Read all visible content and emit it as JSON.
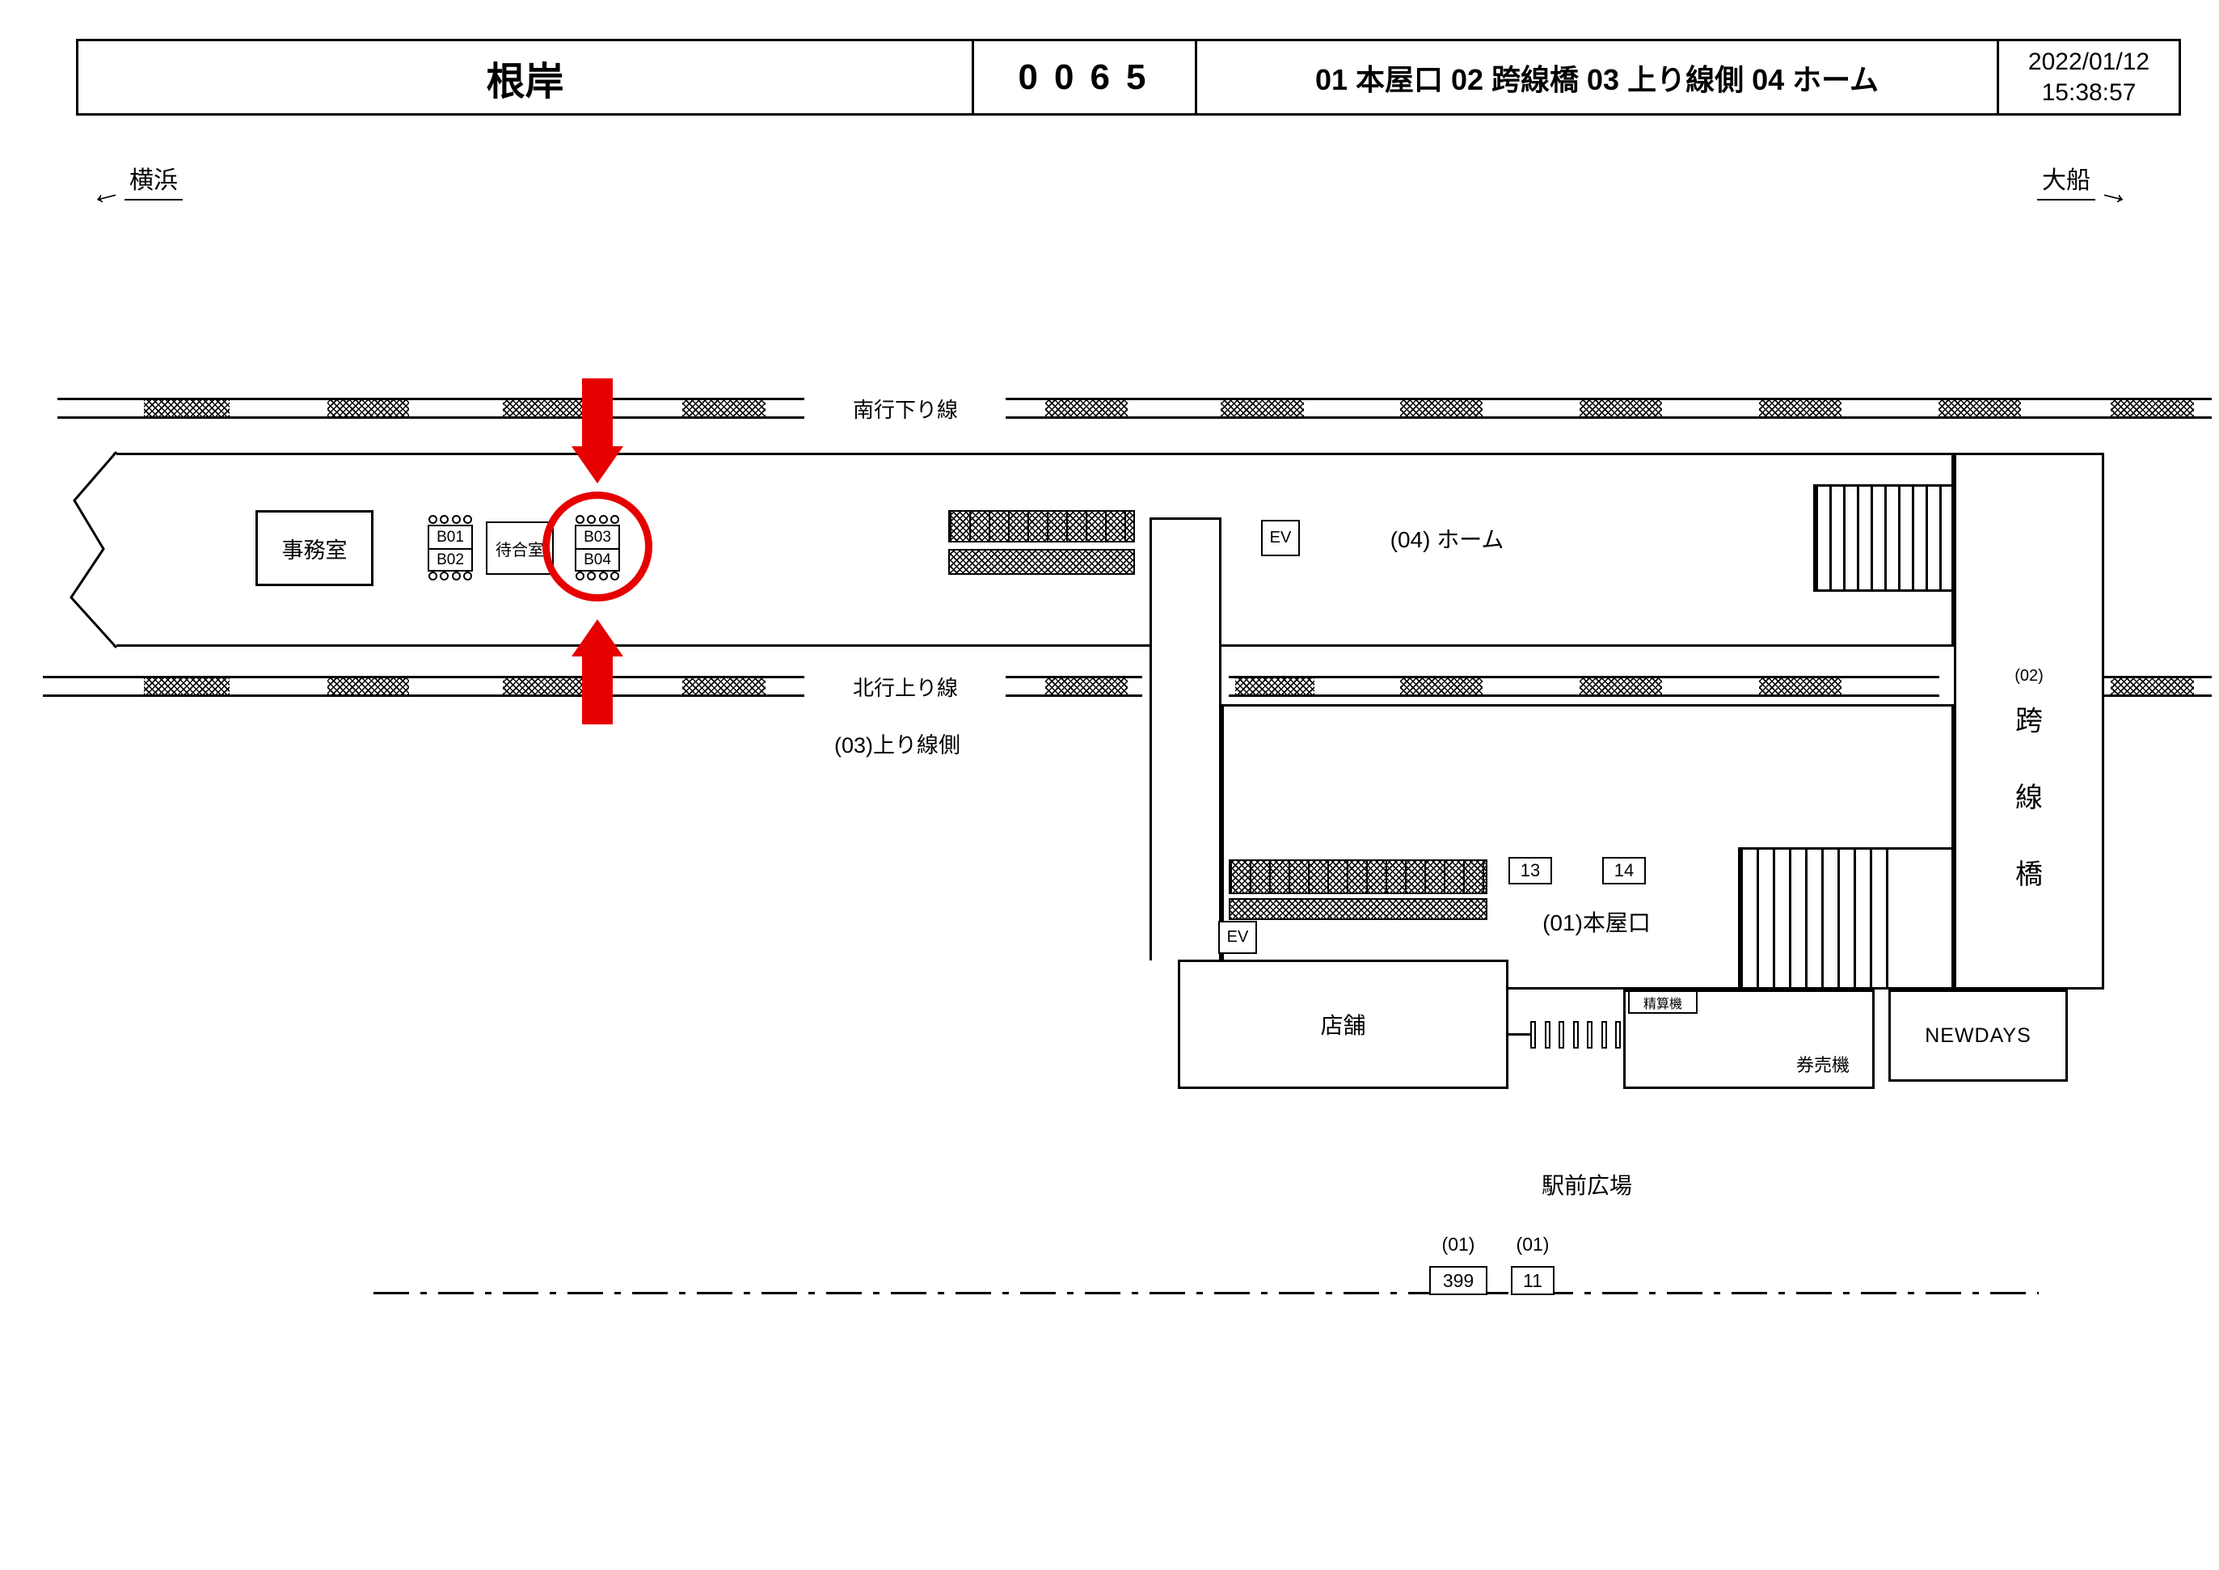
{
  "header": {
    "station_name": "根岸",
    "station_code": "0065",
    "locations": "01 本屋口 02 跨線橋 03 上り線側 04 ホーム",
    "date": "2022/01/12",
    "time": "15:38:57"
  },
  "directions": {
    "left_label": "横浜",
    "left_arrow": "←",
    "right_label": "大船",
    "right_arrow": "→"
  },
  "tracks": {
    "south_down_line": "南行下り線",
    "north_up_line": "北行上り線",
    "up_line_side_label": "(03)上り線側",
    "platform_label": "(04) ホーム"
  },
  "platform": {
    "office": "事務室",
    "waiting_room": "待合室",
    "bench_b01": "B01",
    "bench_b02": "B02",
    "bench_b03": "B03",
    "bench_b04": "B04",
    "elevator": "EV"
  },
  "bridge": {
    "tag": "(02)",
    "chars": [
      "跨",
      "線",
      "橋"
    ]
  },
  "building": {
    "label": "(01)本屋口",
    "box_13": "13",
    "box_14": "14",
    "elevator": "EV",
    "shop": "店舗",
    "fare_adjustment_machine": "精算機",
    "ticket_machine": "券売機",
    "newdays": "NEWDAYS"
  },
  "plaza": {
    "label": "駅前広場",
    "tag_left": "(01)",
    "tag_right": "(01)",
    "box_399": "399",
    "box_11": "11"
  },
  "colors": {
    "highlight_red": "#e60000"
  }
}
